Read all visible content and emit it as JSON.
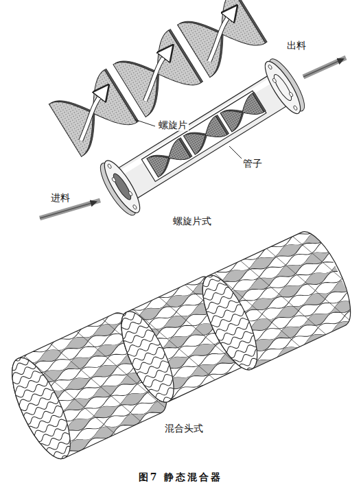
{
  "diagram": {
    "caption": "图7 静态混合器",
    "labels": [
      "螺旋片",
      "管子",
      "出料",
      "进料",
      "螺旋片式",
      "混合头式"
    ]
  }
}
